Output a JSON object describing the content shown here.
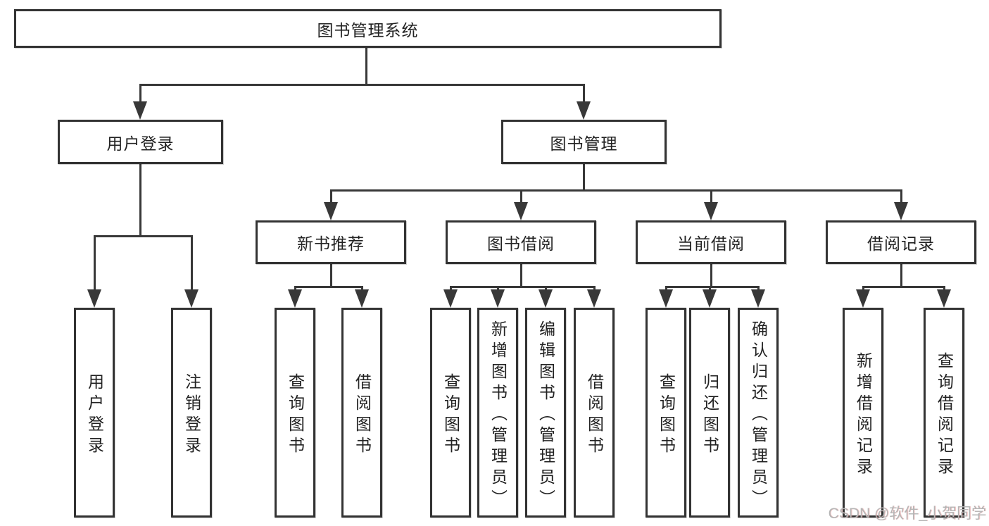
{
  "colors": {
    "line": "#383838",
    "border": "#333333",
    "text": "#222222",
    "box_fill": "#ffffff",
    "watermark": "#b5b5b5"
  },
  "watermark": "CSDN @软件_小贺同学",
  "tree": {
    "root": {
      "label": "图书管理系统"
    },
    "branches": [
      {
        "label": "用户登录",
        "children": [
          {
            "label": "用户登录"
          },
          {
            "label": "注销登录"
          }
        ]
      },
      {
        "label": "图书管理",
        "children": [
          {
            "label": "新书推荐",
            "children": [
              {
                "label": "查询图书"
              },
              {
                "label": "借阅图书"
              }
            ]
          },
          {
            "label": "图书借阅",
            "children": [
              {
                "label": "查询图书"
              },
              {
                "label": "新增图书（管理员）"
              },
              {
                "label": "编辑图书（管理员）"
              },
              {
                "label": "借阅图书"
              }
            ]
          },
          {
            "label": "当前借阅",
            "children": [
              {
                "label": "查询图书"
              },
              {
                "label": "归还图书"
              },
              {
                "label": "确认归还（管理员）"
              }
            ]
          },
          {
            "label": "借阅记录",
            "children": [
              {
                "label": "新增借阅记录"
              },
              {
                "label": "查询借阅记录"
              }
            ]
          }
        ]
      }
    ]
  }
}
